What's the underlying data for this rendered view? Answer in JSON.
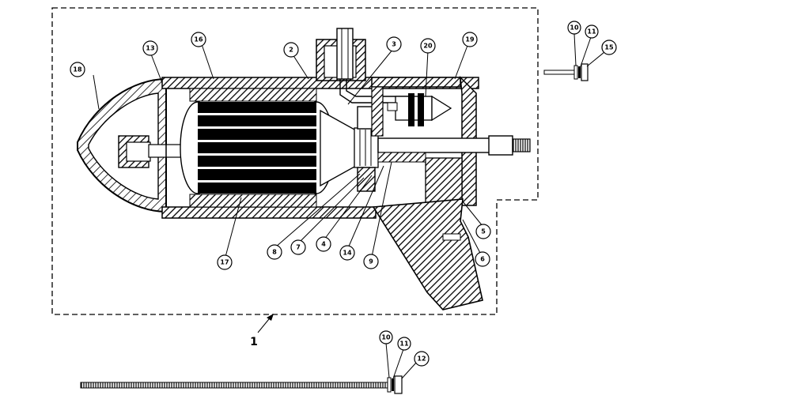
{
  "diagram": {
    "assembly_label": "1",
    "callouts": {
      "c1": "1",
      "c2": "2",
      "c3": "3",
      "c4": "4",
      "c5": "5",
      "c6": "6",
      "c7": "7",
      "c8": "8",
      "c9": "9",
      "c10a": "10",
      "c10b": "10",
      "c11a": "11",
      "c11b": "11",
      "c12": "12",
      "c13": "13",
      "c14": "14",
      "c15": "15",
      "c16": "16",
      "c17": "17",
      "c18": "18",
      "c19": "19",
      "c20": "20"
    }
  }
}
